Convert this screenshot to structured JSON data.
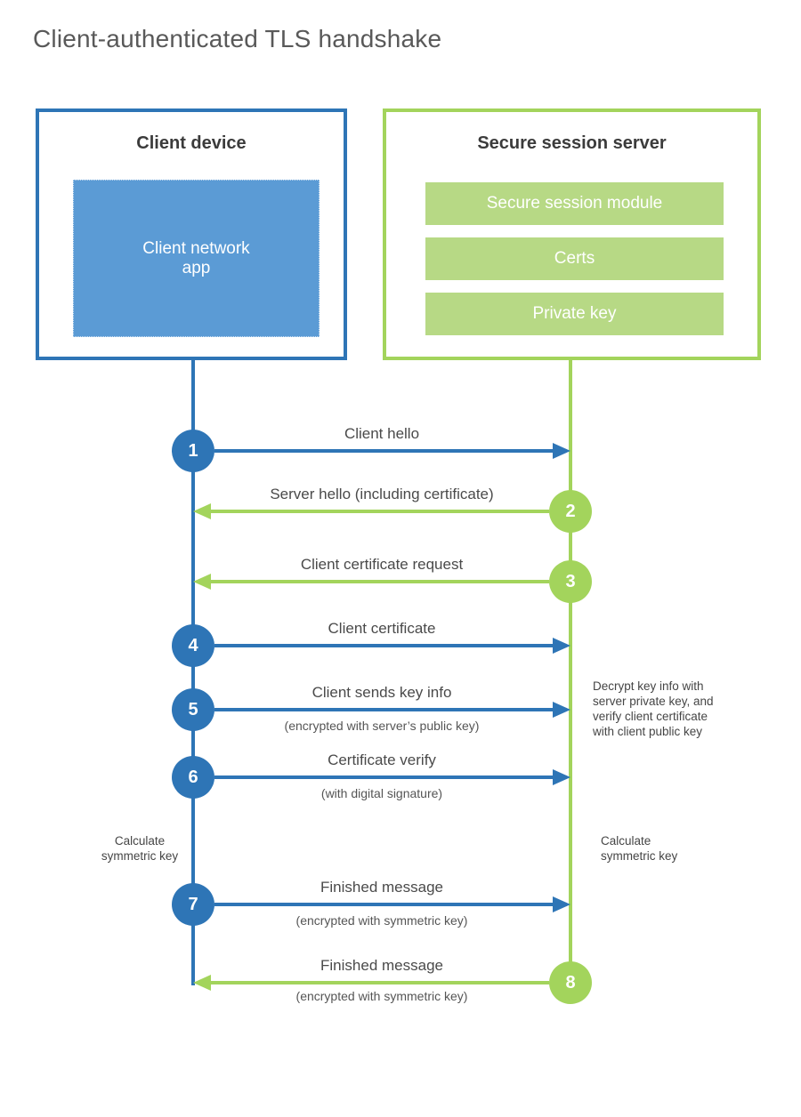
{
  "title": "Client-authenticated TLS handshake",
  "colors": {
    "blue_accent": "#2e75b6",
    "blue_fill": "#5b9bd5",
    "green_accent": "#a3d45c",
    "green_fill": "#b7d985",
    "title_text": "#595959",
    "heading_text": "#3b3b3b",
    "label_text": "#4a4a4a"
  },
  "client_box": {
    "title": "Client device",
    "module": "Client network\napp"
  },
  "server_box": {
    "title": "Secure session server",
    "modules": [
      "Secure session module",
      "Certs",
      "Private key"
    ]
  },
  "steps": [
    {
      "num": "1",
      "label": "Client hello",
      "direction": "right",
      "color": "blue"
    },
    {
      "num": "2",
      "label": "Server hello (including certificate)",
      "direction": "left",
      "color": "green"
    },
    {
      "num": "3",
      "label": "Client certificate request",
      "direction": "left",
      "color": "green"
    },
    {
      "num": "4",
      "label": "Client certificate",
      "direction": "right",
      "color": "blue"
    },
    {
      "num": "5",
      "label": "Client sends key info",
      "sublabel": "(encrypted with server’s public key)",
      "direction": "right",
      "color": "blue"
    },
    {
      "num": "6",
      "label": "Certificate verify",
      "sublabel": "(with digital signature)",
      "direction": "right",
      "color": "blue"
    },
    {
      "num": "7",
      "label": "Finished message",
      "sublabel": "(encrypted with symmetric key)",
      "direction": "right",
      "color": "blue"
    },
    {
      "num": "8",
      "label": "Finished message",
      "sublabel": "(encrypted with symmetric key)",
      "direction": "left",
      "color": "green"
    }
  ],
  "annotations": {
    "decrypt_note": "Decrypt key info with\nserver private key, and\nverify client certificate\nwith client public key",
    "calculate_left": "Calculate\nsymmetric key",
    "calculate_right": "Calculate\nsymmetric key"
  }
}
